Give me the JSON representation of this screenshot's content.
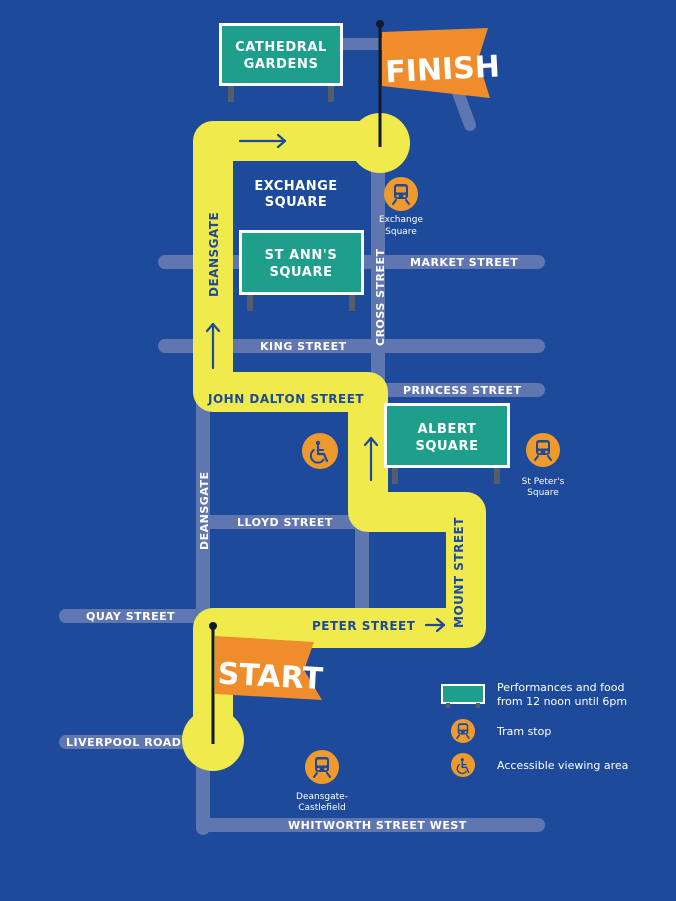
{
  "colors": {
    "background": "#1d4a9a",
    "street": "#5f76b0",
    "route": "#f1ea4d",
    "venue_board": "#1e9f8c",
    "icon_orange": "#ee9a2d",
    "flag_orange": "#ef8d2c"
  },
  "flags": {
    "start": "START",
    "finish": "FINISH"
  },
  "venues": {
    "cathedral_gardens": [
      "CATHEDRAL",
      "GARDENS"
    ],
    "st_anns_square": [
      "ST ANN'S",
      "SQUARE"
    ],
    "albert_square": [
      "ALBERT",
      "SQUARE"
    ]
  },
  "areas": {
    "exchange_square": [
      "EXCHANGE",
      "SQUARE"
    ]
  },
  "streets": {
    "deansgate": "DEANSGATE",
    "deansgate_lower": "DEANSGATE",
    "market_street": "MARKET STREET",
    "cross_street": "CROSS STREET",
    "king_street": "KING STREET",
    "princess_street": "PRINCESS STREET",
    "john_dalton_street": "JOHN DALTON STREET",
    "lloyd_street": "LLOYD STREET",
    "mount_street": "MOUNT STREET",
    "quay_street": "QUAY STREET",
    "peter_street": "PETER STREET",
    "liverpool_road": "LIVERPOOL ROAD",
    "whitworth_street_west": "WHITWORTH STREET WEST"
  },
  "tram_stops": {
    "exchange_square": [
      "Exchange",
      "Square"
    ],
    "st_peters_square": [
      "St Peter's",
      "Square"
    ],
    "deansgate_castlefield": [
      "Deansgate-",
      "Castlefield"
    ]
  },
  "legend": {
    "performances": [
      "Performances and food",
      "from 12 noon until 6pm"
    ],
    "tram_stop": "Tram stop",
    "accessible": "Accessible viewing area"
  },
  "icons": {
    "tram": "tram-icon",
    "wheelchair": "wheelchair-icon",
    "arrow": "arrow-icon",
    "flag": "flag-icon"
  }
}
